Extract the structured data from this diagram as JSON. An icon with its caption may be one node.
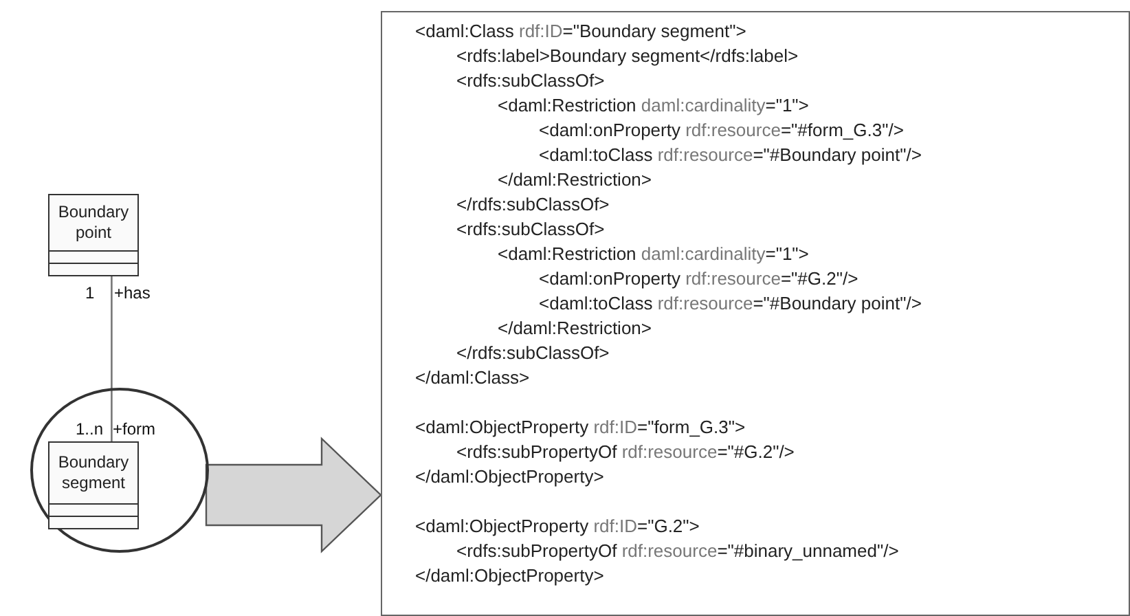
{
  "diagram": {
    "nodes": [
      {
        "text": [
          "Boundary point"
        ]
      },
      {
        "text": [],
        "shape": "circle"
      },
      {
        "text": [
          "Boundary segment"
        ],
        "in": 1
      },
      {
        "text": [
          "<daml:Class rdf:ID=\"Boundary segment\">",
          "<rdfs:label>Boundary segment</rdfs:label>",
          "<rdfs:subClassOf>",
          "<daml:Restriction daml:cardinality=\"1\">",
          "<daml:onProperty rdf:resource=\"#form_G.3\"/>",
          "<daml:toClass rdf:resource=\"#Boundary point\"/>",
          "</daml:Restriction>",
          "</rdfs:subClassOf>",
          "<rdfs:subClassOf>",
          "<daml:Restriction daml:cardinality=\"1\">",
          "<daml:onProperty rdf:resource=\"#G.2\"/>",
          "<daml:toClass rdf:resource=\"#Boundary point\"/>",
          "</daml:Restriction>",
          "</rdfs:subClassOf>",
          "</daml:Class>",
          "<daml:ObjectProperty rdf:ID=\"form_G.3\">",
          "<rdfs:subPropertyOf rdf:resource=\"#G.2\"/>",
          "</daml:ObjectProperty>",
          "<daml:ObjectProperty rdf:ID=\"G.2\">",
          "<rdfs:subPropertyOf rdf:resource=\"#binary_unnamed\"/>",
          "</daml:ObjectProperty>"
        ]
      }
    ],
    "edges": [
      {
        "from": 0,
        "to": 2,
        "arrow": "none"
      },
      {
        "from": 1,
        "to": 3,
        "arrow": "to",
        "style": "thick"
      }
    ],
    "labels": [
      "1",
      "+has",
      "1..n",
      "+form"
    ]
  }
}
